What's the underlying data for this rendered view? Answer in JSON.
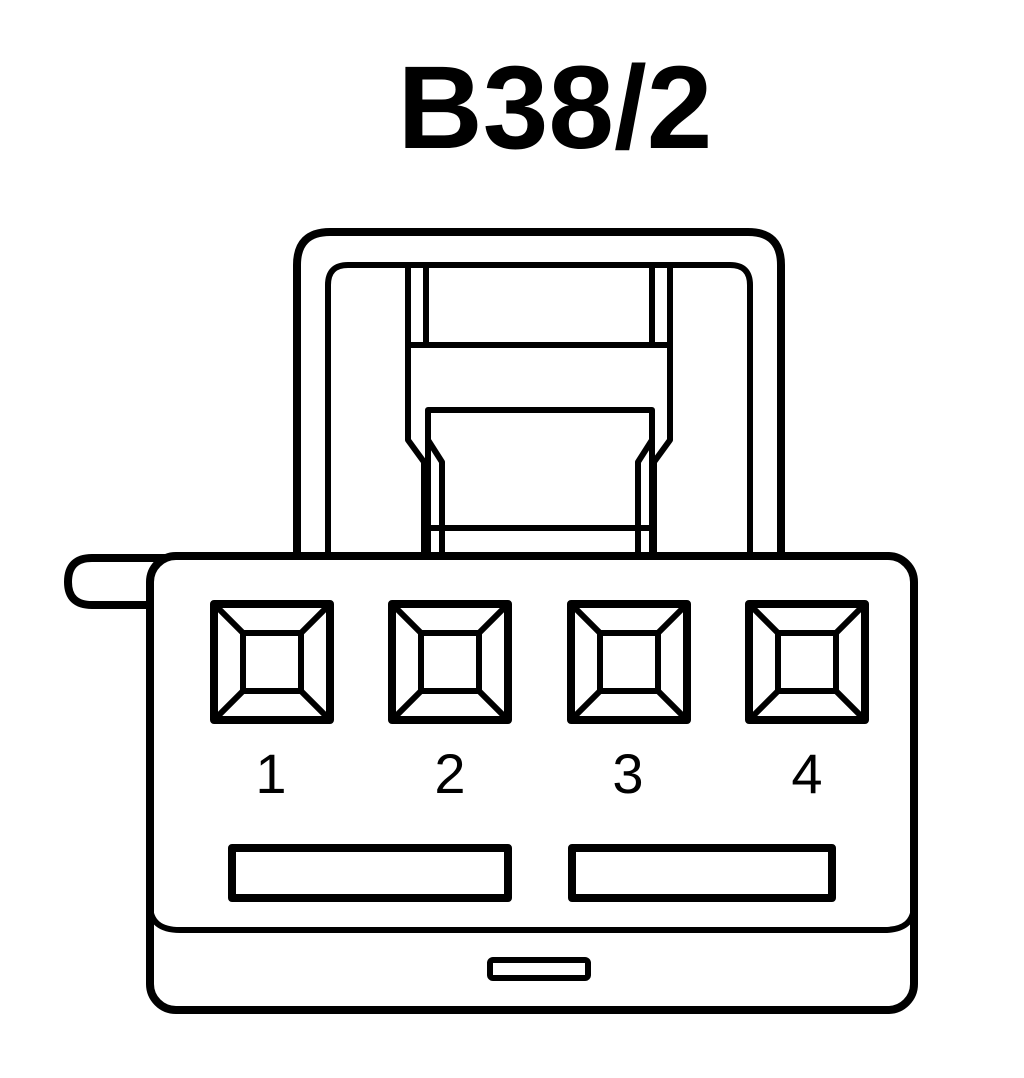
{
  "title": "B38/2",
  "pins": [
    {
      "label": "1"
    },
    {
      "label": "2"
    },
    {
      "label": "3"
    },
    {
      "label": "4"
    }
  ],
  "colors": {
    "stroke": "#000000",
    "background": "#ffffff"
  }
}
